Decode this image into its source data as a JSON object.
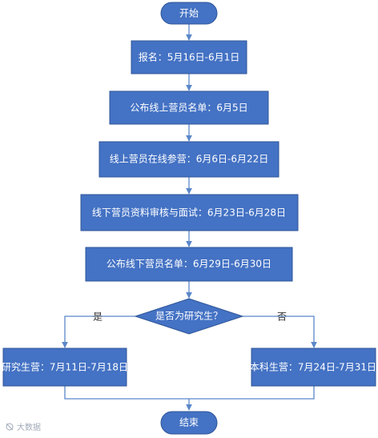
{
  "flowchart": {
    "start": "开始",
    "step1": "报名：5月16日-6月1日",
    "step2": "公布线上营员名单：6月5日",
    "step3": "线上营员在线参营：6月6日-6月22日",
    "step4": "线下营员资料审核与面试：6月23日-6月28日",
    "step5": "公布线下营员名单：6月29日-6月30日",
    "decision": "是否为研究生？",
    "yes_label": "是",
    "no_label": "否",
    "branch_yes": "研究生营：7月11日-7月18日",
    "branch_no": "本科生营：7月24日-7月31日",
    "end": "结束"
  },
  "watermark": "大数据",
  "colors": {
    "node_fill": "#4472C4",
    "node_stroke": "#2F5597",
    "text": "#FFFFFF",
    "connector": "#5B87C9"
  }
}
